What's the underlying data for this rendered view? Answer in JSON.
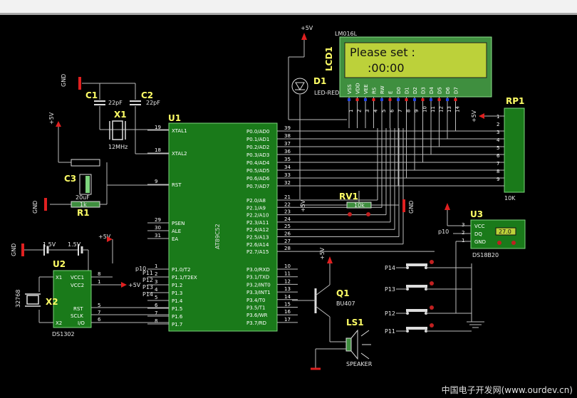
{
  "lcd": {
    "model": "LM016L",
    "ref": "LCD1",
    "line1": "Please set  :",
    "line2": ":00:00",
    "pins": [
      "VSS",
      "VDD",
      "VEE",
      "RS",
      "RW",
      "E",
      "D0",
      "D1",
      "D2",
      "D3",
      "D4",
      "D5",
      "D6",
      "D7"
    ],
    "pin_numbers": [
      "1",
      "2",
      "3",
      "4",
      "5",
      "6",
      "7",
      "8",
      "9",
      "10",
      "11",
      "12",
      "13",
      "14"
    ]
  },
  "mcu": {
    "ref": "U1",
    "part": "AT89C52",
    "left_pins": [
      {
        "num": "19",
        "name": "XTAL1"
      },
      {
        "num": "18",
        "name": "XTAL2"
      },
      {
        "num": "9",
        "name": "RST"
      },
      {
        "num": "29",
        "name": "PSEN"
      },
      {
        "num": "30",
        "name": "ALE"
      },
      {
        "num": "31",
        "name": "EA"
      },
      {
        "num": "1",
        "name": "P1.0/T2"
      },
      {
        "num": "2",
        "name": "P1.1/T2EX"
      },
      {
        "num": "3",
        "name": "P1.2"
      },
      {
        "num": "4",
        "name": "P1.3"
      },
      {
        "num": "5",
        "name": "P1.4"
      },
      {
        "num": "6",
        "name": "P1.5"
      },
      {
        "num": "7",
        "name": "P1.6"
      },
      {
        "num": "8",
        "name": "P1.7"
      }
    ],
    "right_pins": [
      {
        "num": "39",
        "name": "P0.0/AD0"
      },
      {
        "num": "38",
        "name": "P0.1/AD1"
      },
      {
        "num": "37",
        "name": "P0.2/AD2"
      },
      {
        "num": "36",
        "name": "P0.3/AD3"
      },
      {
        "num": "35",
        "name": "P0.4/AD4"
      },
      {
        "num": "34",
        "name": "P0.5/AD5"
      },
      {
        "num": "33",
        "name": "P0.6/AD6"
      },
      {
        "num": "32",
        "name": "P0.7/AD7"
      },
      {
        "num": "21",
        "name": "P2.0/A8"
      },
      {
        "num": "22",
        "name": "P2.1/A9"
      },
      {
        "num": "23",
        "name": "P2.2/A10"
      },
      {
        "num": "24",
        "name": "P2.3/A11"
      },
      {
        "num": "25",
        "name": "P2.4/A12"
      },
      {
        "num": "26",
        "name": "P2.5/A13"
      },
      {
        "num": "27",
        "name": "P2.6/A14"
      },
      {
        "num": "28",
        "name": "P2.7/A15"
      },
      {
        "num": "10",
        "name": "P3.0/RXD"
      },
      {
        "num": "11",
        "name": "P3.1/TXD"
      },
      {
        "num": "12",
        "name": "P3.2/INT0"
      },
      {
        "num": "13",
        "name": "P3.3/INT1"
      },
      {
        "num": "14",
        "name": "P3.4/T0"
      },
      {
        "num": "15",
        "name": "P3.5/T1"
      },
      {
        "num": "16",
        "name": "P3.6/WR"
      },
      {
        "num": "17",
        "name": "P3.7/RD"
      }
    ],
    "net_labels": [
      "p10",
      "P11",
      "P12",
      "P13",
      "P14"
    ]
  },
  "parts": {
    "c1": {
      "ref": "C1",
      "value": "22pF"
    },
    "c2": {
      "ref": "C2",
      "value": "22pF"
    },
    "x1": {
      "ref": "X1",
      "value": "12MHz"
    },
    "c3": {
      "ref": "C3",
      "value": "20uF"
    },
    "r1": {
      "ref": "R1",
      "value": "1k"
    },
    "d1": {
      "ref": "D1",
      "value": "LED-RED"
    },
    "rp1": {
      "ref": "RP1",
      "value": "10K",
      "pins": [
        "1",
        "2",
        "3",
        "4",
        "5",
        "6",
        "7",
        "8",
        "9"
      ]
    },
    "rv1": {
      "ref": "RV1",
      "value": "10k"
    },
    "u3": {
      "ref": "U3",
      "part": "DS18B20",
      "pins": [
        "VCC",
        "DQ",
        "GND"
      ],
      "pin_numbers": [
        "3",
        "2",
        "1"
      ],
      "temp": "27.0",
      "net": "p10"
    },
    "u2": {
      "ref": "U2",
      "part": "DS1302",
      "left_pins": [
        "X1",
        "X2"
      ],
      "right_pins": [
        "VCC1",
        "VCC2",
        "RST",
        "SCLK",
        "I/O"
      ],
      "pin_numbers": [
        "8",
        "1",
        "5",
        "7",
        "6"
      ],
      "net_labels": [
        "P11",
        "P12",
        "P13",
        "P14"
      ]
    },
    "x2": {
      "ref": "X2",
      "value": "32768"
    },
    "q1": {
      "ref": "Q1",
      "value": "BU407"
    },
    "ls1": {
      "ref": "LS1",
      "value": "SPEAKER"
    },
    "battery": {
      "label1": "1.5V",
      "label2": "1.5V"
    },
    "buttons": [
      "P14",
      "P13",
      "P12",
      "P11"
    ]
  },
  "power": {
    "vcc": "+5V",
    "gnd": "GND"
  },
  "footer": "中国电子开发网(www.ourdev.cn)",
  "colors": {
    "background": "#000000",
    "wire": "#bcbcbc",
    "component": "#ffff66",
    "pin_text": "#ffffff",
    "power_red": "#e02020",
    "lcd_screen": "#bcd13a",
    "chip_body": "#1a7a1a"
  }
}
